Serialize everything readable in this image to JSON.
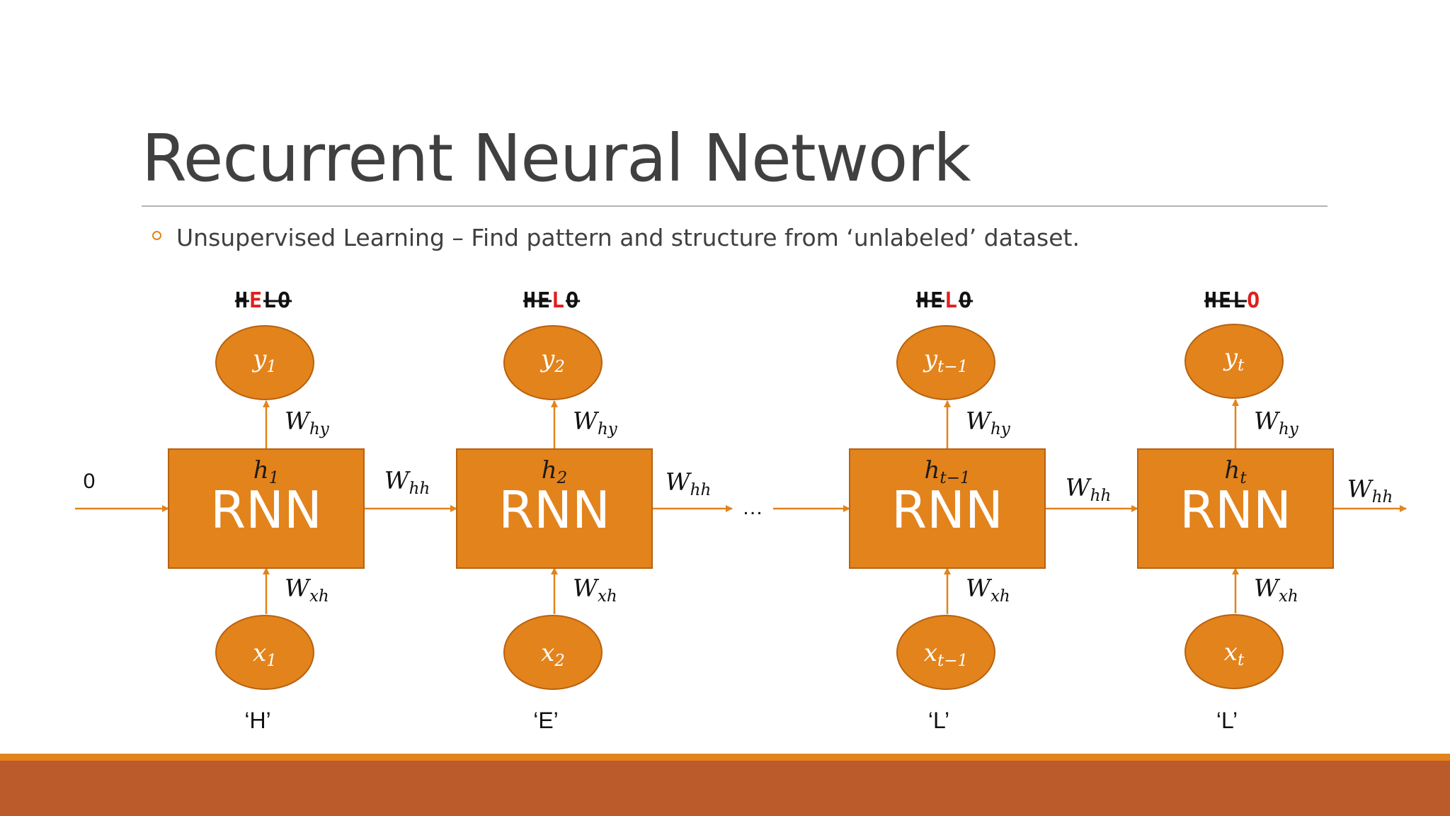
{
  "slide": {
    "title": "Recurrent Neural Network",
    "bullet": "Unsupervised Learning – Find pattern and structure from ‘unlabeled’ dataset."
  },
  "colors": {
    "accent": "#e3831c",
    "footer": "#bb5a2b",
    "highlight": "#e01f1f",
    "text": "#404040"
  },
  "diagram": {
    "initial_state": "0",
    "ellipsis": "…",
    "cells": [
      {
        "rnn_label": "RNN",
        "hidden": {
          "base": "h",
          "sub": "1"
        },
        "output": {
          "base": "y",
          "sub": "1"
        },
        "input": {
          "base": "x",
          "sub": "1"
        },
        "w_out": {
          "base": "W",
          "sub": "hy"
        },
        "w_in": {
          "base": "W",
          "sub": "xh"
        },
        "w_next": {
          "base": "W",
          "sub": "hh"
        },
        "input_char": "‘H’",
        "target": [
          {
            "ch": "H",
            "hl": false
          },
          {
            "ch": "E",
            "hl": true
          },
          {
            "ch": "L",
            "hl": false
          },
          {
            "ch": "O",
            "hl": false
          }
        ]
      },
      {
        "rnn_label": "RNN",
        "hidden": {
          "base": "h",
          "sub": "2"
        },
        "output": {
          "base": "y",
          "sub": "2"
        },
        "input": {
          "base": "x",
          "sub": "2"
        },
        "w_out": {
          "base": "W",
          "sub": "hy"
        },
        "w_in": {
          "base": "W",
          "sub": "xh"
        },
        "w_next": {
          "base": "W",
          "sub": "hh"
        },
        "input_char": "‘E’",
        "target": [
          {
            "ch": "H",
            "hl": false
          },
          {
            "ch": "E",
            "hl": false
          },
          {
            "ch": "L",
            "hl": true
          },
          {
            "ch": "O",
            "hl": false
          }
        ]
      },
      {
        "rnn_label": "RNN",
        "hidden": {
          "base": "h",
          "sub": "t−1"
        },
        "output": {
          "base": "y",
          "sub": "t−1"
        },
        "input": {
          "base": "x",
          "sub": "t−1"
        },
        "w_out": {
          "base": "W",
          "sub": "hy"
        },
        "w_in": {
          "base": "W",
          "sub": "xh"
        },
        "w_next": {
          "base": "W",
          "sub": "hh"
        },
        "input_char": "‘L’",
        "target": [
          {
            "ch": "H",
            "hl": false
          },
          {
            "ch": "E",
            "hl": false
          },
          {
            "ch": "L",
            "hl": true
          },
          {
            "ch": "O",
            "hl": false
          }
        ]
      },
      {
        "rnn_label": "RNN",
        "hidden": {
          "base": "h",
          "sub": "t"
        },
        "output": {
          "base": "y",
          "sub": "t"
        },
        "input": {
          "base": "x",
          "sub": "t"
        },
        "w_out": {
          "base": "W",
          "sub": "hy"
        },
        "w_in": {
          "base": "W",
          "sub": "xh"
        },
        "w_next": {
          "base": "W",
          "sub": "hh"
        },
        "input_char": "‘L’",
        "target": [
          {
            "ch": "H",
            "hl": false
          },
          {
            "ch": "E",
            "hl": false
          },
          {
            "ch": "L",
            "hl": false
          },
          {
            "ch": "O",
            "hl": true
          }
        ]
      }
    ]
  }
}
